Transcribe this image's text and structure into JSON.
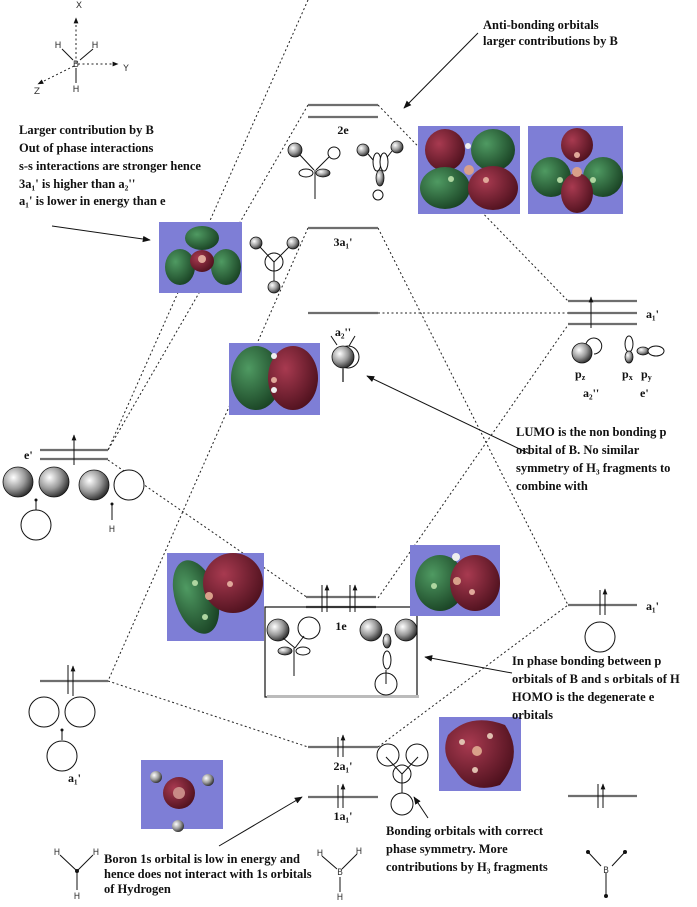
{
  "axes": {
    "x": "X",
    "y": "Y",
    "z": "Z",
    "center": "B",
    "h": "H"
  },
  "notes": {
    "antibonding": [
      "Anti-bonding orbitals",
      "larger contributions by B"
    ],
    "larger_b": [
      "Larger contribution by B",
      "Out of phase interactions",
      "s-s interactions are stronger hence",
      "3a₁' is higher than a₂''",
      "a₁' is lower in energy than e"
    ],
    "lumo": [
      "LUMO is the non bonding p",
      "orbital of B. No similar",
      "symmetry of H₃ fragments to",
      "combine with"
    ],
    "in_phase": [
      "In phase bonding between p",
      "orbitals of B and s orbitals of H",
      "HOMO is the degenerate e",
      "orbitals"
    ],
    "bonding": [
      "Bonding orbitals with correct",
      "phase symmetry. More",
      "contributions by H₃ fragments"
    ],
    "boron_1s": [
      "Boron 1s orbital is low in energy and",
      "hence does not interact with 1s orbitals",
      "of Hydrogen"
    ]
  },
  "levels": {
    "mo_2e": "2e",
    "mo_3a1": "3a₁'",
    "mo_a2": "a₂''",
    "mo_1e": "1e",
    "mo_2a1": "2a₁'",
    "mo_1a1": "1a₁'",
    "b_a1_top": "a₁'",
    "b_pz": "p",
    "b_pz_sub": "z",
    "b_px": "p",
    "b_px_sub": "x",
    "b_py": "p",
    "b_py_sub": "y",
    "b_a2": "a₂''",
    "b_e": "e'",
    "b_a1_low": "a₁'",
    "h3_e": "e'",
    "h3_a1": "a₁'"
  },
  "fragments": {
    "left": "H₃",
    "right": "B",
    "h_label": "H",
    "b_label": "B"
  },
  "colors": {
    "mo_bg": "#7e7ed6",
    "lobe_green": "#2a6b3a",
    "lobe_red": "#7a1d2e",
    "level": "#6e6e6e"
  }
}
